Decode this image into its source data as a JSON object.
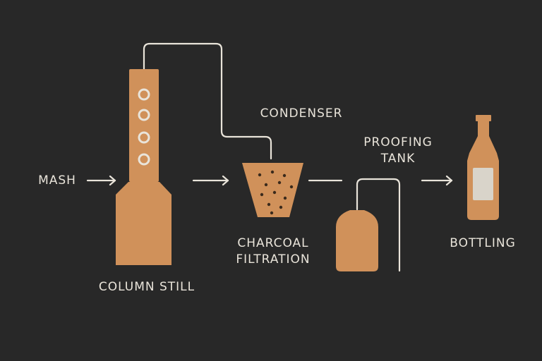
{
  "colors": {
    "background": "#282828",
    "copper": "#d0915a",
    "line": "#e9e4da",
    "label_fill": "#d9d4ca",
    "dot": "#3a2a1c"
  },
  "labels": {
    "mash": "MASH",
    "column_still": "COLUMN STILL",
    "condenser": "CONDENSER",
    "charcoal_line1": "CHARCOAL",
    "charcoal_line2": "FILTRATION",
    "proofing_line1": "PROOFING",
    "proofing_line2": "TANK",
    "bottling": "BOTTLING"
  },
  "icons": {
    "still": "column-still-icon",
    "filter": "charcoal-filter-icon",
    "tank": "proofing-tank-icon",
    "bottle": "bottle-icon"
  }
}
